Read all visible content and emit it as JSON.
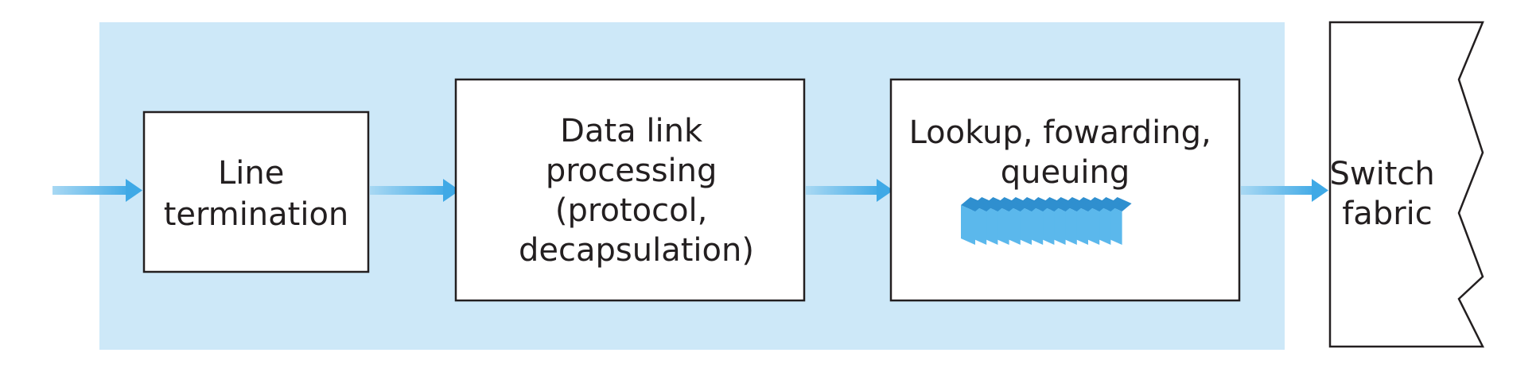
{
  "diagram": {
    "title": "",
    "colors": {
      "panel_background": "#cde8f8",
      "arrow": "#3fa9e6",
      "arrow_tail": "#a8d8f3",
      "box_fill": "#ffffff",
      "box_stroke": "#231f20",
      "queue_front": "#5bb8ec",
      "queue_side": "#2f8fcf",
      "text": "#231f20"
    },
    "boxes": {
      "line_termination": {
        "lines": [
          "Line",
          "termination"
        ]
      },
      "data_link": {
        "lines": [
          "Data link",
          "processing",
          "(protocol,",
          "decapsulation)"
        ]
      },
      "lookup": {
        "lines": [
          "Lookup, fowarding,",
          "queuing"
        ]
      },
      "switch_fabric": {
        "lines": [
          "Switch",
          "fabric"
        ]
      }
    },
    "queue": {
      "slot_count": 14,
      "icon": "queue-slots-icon"
    },
    "arrows": [
      {
        "from": "input",
        "to": "line_termination"
      },
      {
        "from": "line_termination",
        "to": "data_link"
      },
      {
        "from": "data_link",
        "to": "lookup"
      },
      {
        "from": "lookup",
        "to": "switch_fabric"
      }
    ]
  }
}
